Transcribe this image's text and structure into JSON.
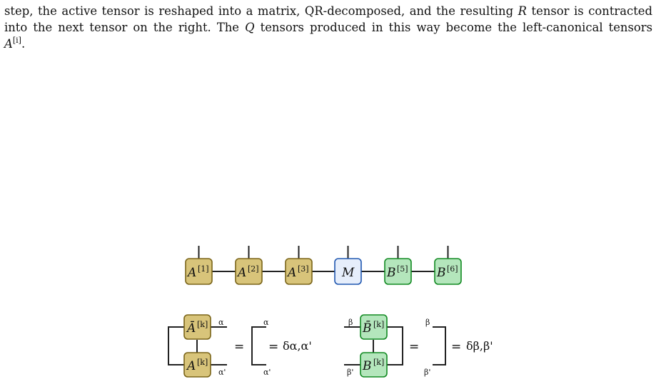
{
  "paragraph": {
    "line1_a": "step, the active tensor is reshaped into a matrix, QR-decomposed, and the resulting ",
    "line1_var": "R",
    "line1_b": " tensor is contracted",
    "line2_a": "into the next tensor on the right. The ",
    "line2_var": "Q",
    "line2_b": " tensors produced in this way become the left-canonical tensors",
    "line3_var": "A",
    "line3_sup": "[i]",
    "line3_end": "."
  },
  "chain": [
    {
      "base": "A",
      "sup": "[1]",
      "kind": "left"
    },
    {
      "base": "A",
      "sup": "[2]",
      "kind": "left"
    },
    {
      "base": "A",
      "sup": "[3]",
      "kind": "left"
    },
    {
      "base": "M",
      "sup": "",
      "kind": "center"
    },
    {
      "base": "B",
      "sup": "[5]",
      "kind": "right"
    },
    {
      "base": "B",
      "sup": "[6]",
      "kind": "right"
    }
  ],
  "left_identity": {
    "top_base": "Ā",
    "top_sup": "[k]",
    "bottom_base": "A",
    "bottom_sup": "[k]",
    "top_label": "α",
    "bottom_label": "α'",
    "eq1": "=",
    "eq2": "=",
    "result": "δα,α'"
  },
  "right_identity": {
    "top_base": "B̄",
    "top_sup": "[k]",
    "bottom_base": "B",
    "bottom_sup": "[k]",
    "top_label": "β",
    "bottom_label": "β'",
    "eq1": "=",
    "eq2": "=",
    "result": "δβ,β'"
  },
  "colors": {
    "left_fill": "#d8c47a",
    "left_stroke": "#7a6418",
    "center_fill": "#e6eefb",
    "center_stroke": "#1f56b0",
    "right_fill": "#b4e6bc",
    "right_stroke": "#128a22"
  }
}
